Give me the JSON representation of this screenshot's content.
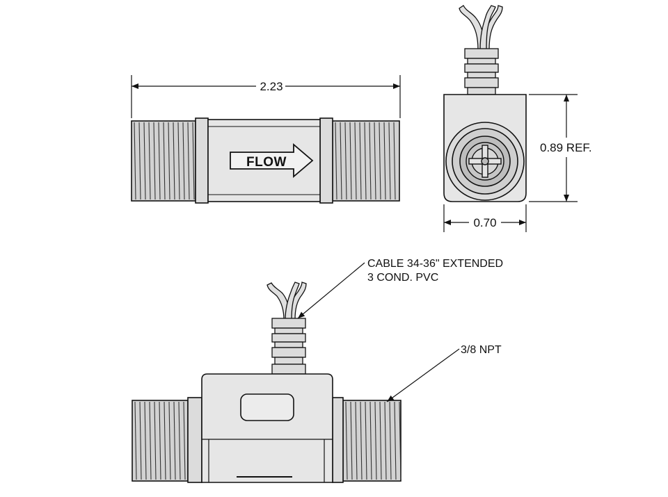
{
  "dimensions": {
    "length": "2.23",
    "height_ref": "0.89 REF.",
    "width": "0.70"
  },
  "body_marking": "FLOW",
  "callouts": {
    "cable_line1": "CABLE 34-36\" EXTENDED",
    "cable_line2": "3 COND. PVC",
    "thread": "3/8 NPT"
  },
  "colors": {
    "line": "#111111",
    "body_fill": "#e6e6e6",
    "thread_fill": "#d2d2d2"
  }
}
